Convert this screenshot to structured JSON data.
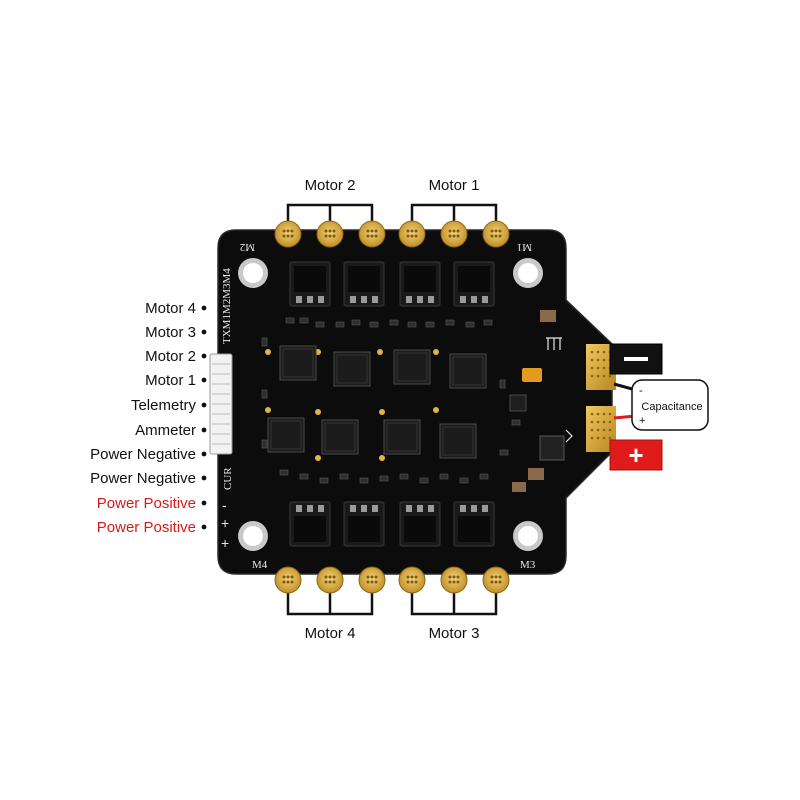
{
  "motor_labels": {
    "top_left": "Motor 2",
    "top_right": "Motor 1",
    "bottom_left": "Motor 4",
    "bottom_right": "Motor 3"
  },
  "pin_labels": [
    {
      "text": "Motor 4",
      "color": "#111111"
    },
    {
      "text": "Motor 3",
      "color": "#111111"
    },
    {
      "text": "Motor 2",
      "color": "#111111"
    },
    {
      "text": "Motor 1",
      "color": "#111111"
    },
    {
      "text": "Telemetry",
      "color": "#111111"
    },
    {
      "text": "Ammeter",
      "color": "#111111"
    },
    {
      "text": "Power Negative",
      "color": "#111111"
    },
    {
      "text": "Power Negative",
      "color": "#111111"
    },
    {
      "text": "Power Positive",
      "color": "#d71a1a"
    },
    {
      "text": "Power Positive",
      "color": "#d71a1a"
    }
  ],
  "silkscreen": {
    "m1": "M1",
    "m2": "M2",
    "m3": "M3",
    "m4": "M4",
    "connector": "TXM1M2M3M4",
    "cur": "CUR",
    "minus": "-",
    "plus": "+"
  },
  "capacitor": {
    "label": "Capacitance",
    "neg_mark": "-",
    "pos_mark": "+"
  },
  "terminals": {
    "negative": "—",
    "positive": "+"
  },
  "colors": {
    "board": "#0c0c0c",
    "pad_gold": "#d9a93a",
    "negative_terminal": "#111111",
    "positive_terminal": "#e01b1b",
    "positive_label": "#d71a1a"
  }
}
